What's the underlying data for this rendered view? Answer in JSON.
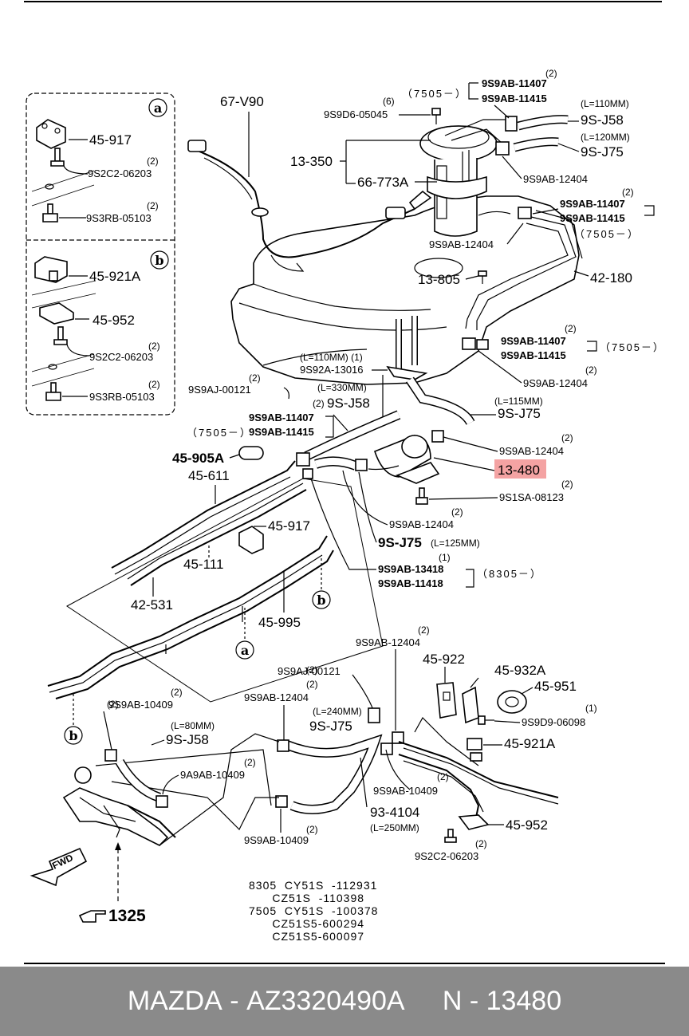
{
  "labels": {
    "inset_a": "a",
    "inset_b": "b",
    "a_45917": "45-917",
    "a_9s2c2": "9S2C2-06203",
    "a_9s2c2_q": "(2)",
    "a_9s3rb": "9S3RB-05103",
    "a_9s3rb_q": "(2)",
    "b_45921a": "45-921A",
    "b_45952": "45-952",
    "b_9s2c2": "9S2C2-06203",
    "b_9s2c2_q": "(2)",
    "b_9s3rb": "9S3RB-05103",
    "b_9s3rb_q": "(2)",
    "p67v90": "67-V90",
    "code7505_top": "（7505－）",
    "c11407_q": "(2)",
    "c11407": "9S9AB-11407",
    "c11415": "9S9AB-11415",
    "d05045_q": "(6)",
    "d05045": "9S9D6-05045",
    "l110": "(L=110MM)",
    "j58": "9S-J58",
    "l120": "(L=120MM)",
    "j75": "9S-J75",
    "p13350": "13-350",
    "p66773a": "66-773A",
    "ab12404_a": "9S9AB-12404",
    "ab12404_b": "9S9AB-12404",
    "r11407_q": "(2)",
    "r11407": "9S9AB-11407",
    "r11415": "9S9AB-11415",
    "code7505_r1": "（7505－）",
    "p13805": "13-805",
    "p42180": "42-180",
    "m11407_q": "(2)",
    "m11407": "9S9AB-11407",
    "m11415": "9S9AB-11415",
    "code7505_r2": "（7505－）",
    "m12404_q": "(2)",
    "m12404": "9S9AB-12404",
    "l110b_q": "(L=110MM)  (1)",
    "s13016": "9S92A-13016",
    "aj00121_q": "(2)",
    "aj00121": "9S9AJ-00121",
    "l330": "(L=330MM)",
    "j58b_q": "(2)",
    "j58b": "9S-J58",
    "lf11407": "9S9AB-11407",
    "lf11415": "9S9AB-11415",
    "code7505_l": "（7505－）",
    "l115": "(L=115MM)",
    "j75b": "9S-J75",
    "r12404_q": "(2)",
    "r12404": "9S9AB-12404",
    "p13480": "13-480",
    "sa08123_q": "(2)",
    "sa08123": "9S1SA-08123",
    "c12404_q": "(2)",
    "c12404": "9S9AB-12404",
    "p45905a": "45-905A",
    "p45611": "45-611",
    "p45917b": "45-917",
    "j75c": "9S-J75",
    "l125": "(L=125MM)",
    "t13418_q": "(1)",
    "t13418": "9S9AB-13418",
    "t11418": "9S9AB-11418",
    "code8305": "（8305－）",
    "p45111": "45-111",
    "p42531": "42-531",
    "p45995": "45-995",
    "circ_b1": "b",
    "circ_a": "a",
    "circ_b2": "b",
    "bt12404_q": "(2)",
    "bt12404": "9S9AB-12404",
    "p45922": "45-922",
    "p45932a": "45-932A",
    "p45951": "45-951",
    "bt00121_q": "(2)",
    "bt00121": "9S9AJ-00121",
    "bl12404_q": "(2)",
    "bl12404": "9S9AB-12404",
    "l240": "(L=240MM)",
    "j75d": "9S-J75",
    "d06098_q": "(1)",
    "d06098": "9S9D9-06098",
    "p45921a": "45-921A",
    "bl10409_q": "(2)",
    "bl10409": "9S9AB-10409",
    "l80": "(L=80MM)",
    "j58c": "9S-J58",
    "a9a10409_q": "(2)",
    "a9a10409": "9A9AB-10409",
    "m10409_q": "(2)",
    "m10409": "9S9AB-10409",
    "p934104": "93-4104",
    "l250": "(L=250MM)",
    "p45952": "45-952",
    "bm10409_q": "(2)",
    "bm10409": "9S9AB-10409",
    "bs2c2_q": "(2)",
    "bs2c2": "9S2C2-06203",
    "fwd": "FWD",
    "p1325": "1325",
    "serials": [
      "8305  CY51S  -112931",
      "      CZ51S  -110398",
      "7505  CY51S  -100378",
      "      CZ51S5-600294",
      "      CZ51S5-600097"
    ]
  },
  "footer": {
    "brand": "MAZDA",
    "part_number": "AZ3320490A",
    "ref": "N - 13480"
  },
  "colors": {
    "highlight": "#f4a3a3",
    "footer_bg": "#8a8a8a"
  }
}
